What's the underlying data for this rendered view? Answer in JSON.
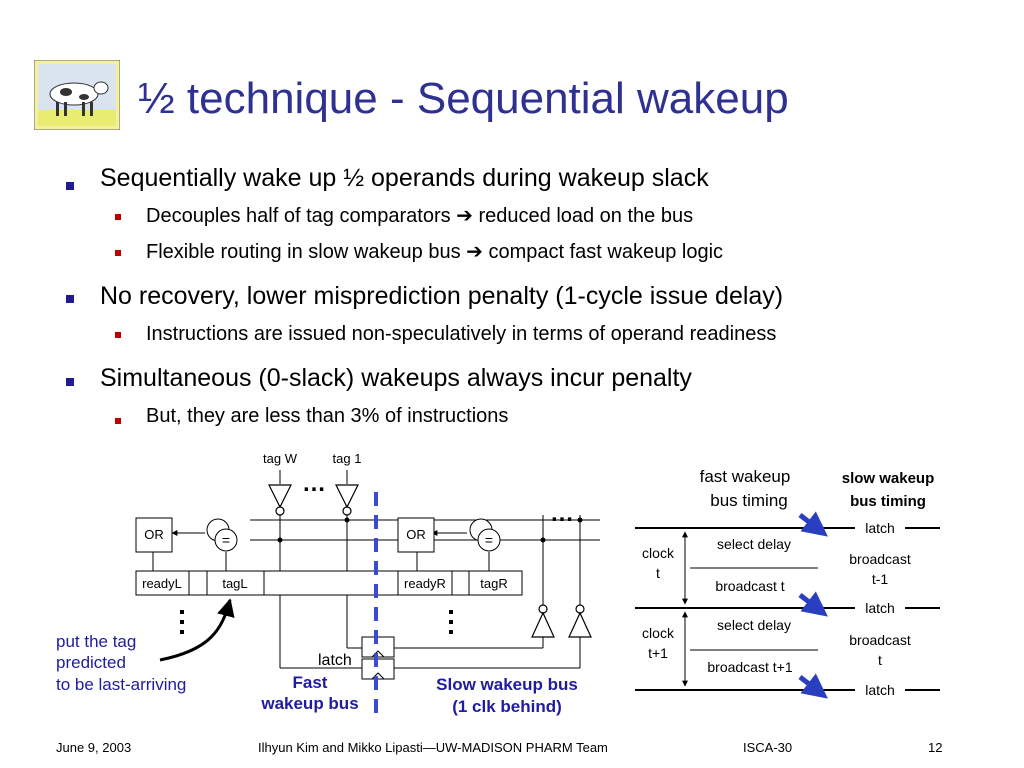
{
  "title": "½ technique - Sequential wakeup",
  "bullets": [
    {
      "text": "Sequentially wake up ½ operands during wakeup slack",
      "sub": [
        "Decouples half of tag comparators ➔ reduced load on the bus",
        "Flexible routing in slow wakeup bus ➔ compact fast wakeup logic"
      ]
    },
    {
      "text": "No recovery, lower misprediction penalty (1-cycle issue delay)",
      "sub": [
        "Instructions are issued non-speculatively in terms of operand readiness"
      ]
    },
    {
      "text": "Simultaneous (0-slack) wakeups always incur penalty",
      "sub": [
        "But, they are less than 3% of instructions"
      ]
    }
  ],
  "diagram": {
    "tag_w": "tag W",
    "tag_1": "tag 1",
    "or_left": "OR",
    "or_right": "OR",
    "eq": "=",
    "ready_l": "readyL",
    "tag_l": "tagL",
    "ready_r": "readyR",
    "tag_r": "tagR",
    "latch": "latch",
    "ellipsis": "…",
    "annotation": [
      "put the tag",
      "predicted",
      "to be last-arriving"
    ],
    "fast_bus": [
      "Fast",
      "wakeup bus"
    ],
    "slow_bus": [
      "Slow wakeup bus",
      "(1 clk behind)"
    ],
    "colors": {
      "blue": "#1f1c9e",
      "dashed": "#3a4bd0",
      "arrow": "#2a3fbf"
    }
  },
  "timing": {
    "fast_label": [
      "fast wakeup",
      "bus timing"
    ],
    "slow_label": [
      "slow wakeup",
      "bus timing"
    ],
    "clock_t": [
      "clock",
      "t"
    ],
    "clock_t1": [
      "clock",
      "t+1"
    ],
    "select_delay": "select delay",
    "broadcast_t": "broadcast t",
    "broadcast_t1": "broadcast t+1",
    "latch": "latch",
    "broadcast_slow_1": [
      "broadcast",
      "t-1"
    ],
    "broadcast_slow_2": [
      "broadcast",
      "t"
    ]
  },
  "footer": {
    "date": "June 9, 2003",
    "authors": "Ilhyun Kim and Mikko Lipasti—UW-MADISON PHARM Team",
    "venue": "ISCA-30",
    "page": "12"
  }
}
